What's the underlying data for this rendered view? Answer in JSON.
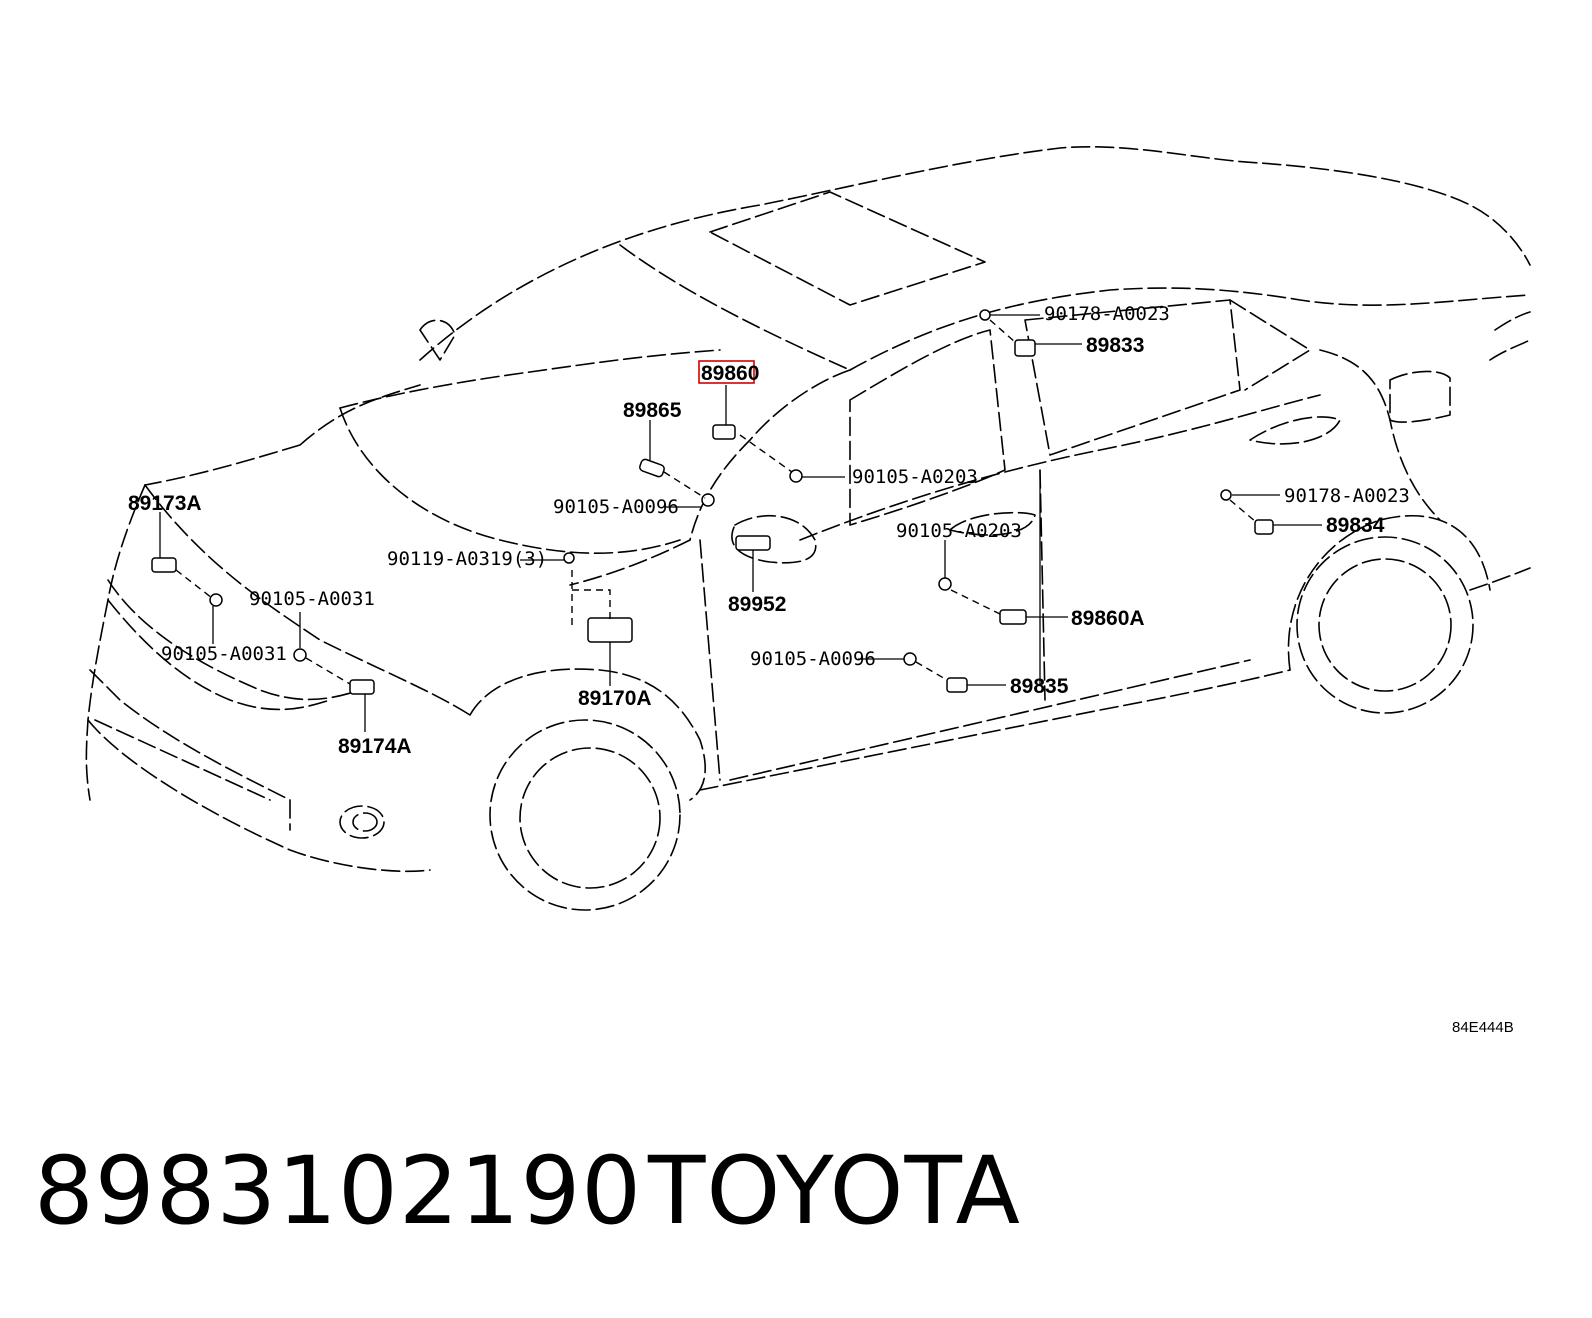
{
  "diagram": {
    "drawing_code": "84E444B",
    "highlighted_part": "89860",
    "callouts": [
      {
        "id": "c-89860",
        "text": "89860",
        "highlight": true
      },
      {
        "id": "c-89865",
        "text": "89865"
      },
      {
        "id": "c-90105-a0203-top",
        "text": "90105-A0203"
      },
      {
        "id": "c-90105-a0096-top",
        "text": "90105-A0096"
      },
      {
        "id": "c-89173a",
        "text": "89173A"
      },
      {
        "id": "c-90119-a0319",
        "text": "90119-A0319(3)"
      },
      {
        "id": "c-90105-a0031-a",
        "text": "90105-A0031"
      },
      {
        "id": "c-90105-a0031-b",
        "text": "90105-A0031"
      },
      {
        "id": "c-89174a",
        "text": "89174A"
      },
      {
        "id": "c-89170a",
        "text": "89170A"
      },
      {
        "id": "c-89952",
        "text": "89952"
      },
      {
        "id": "c-90178-a0023-top",
        "text": "90178-A0023"
      },
      {
        "id": "c-89833",
        "text": "89833"
      },
      {
        "id": "c-90105-a0203-door",
        "text": "90105-A0203"
      },
      {
        "id": "c-89860a",
        "text": "89860A"
      },
      {
        "id": "c-90105-a0096-door",
        "text": "90105-A0096"
      },
      {
        "id": "c-89835",
        "text": "89835"
      },
      {
        "id": "c-90178-a0023-rear",
        "text": "90178-A0023"
      },
      {
        "id": "c-89834",
        "text": "89834"
      }
    ]
  },
  "footer": {
    "part_number": "8983102190",
    "brand": "TOYOTA"
  }
}
